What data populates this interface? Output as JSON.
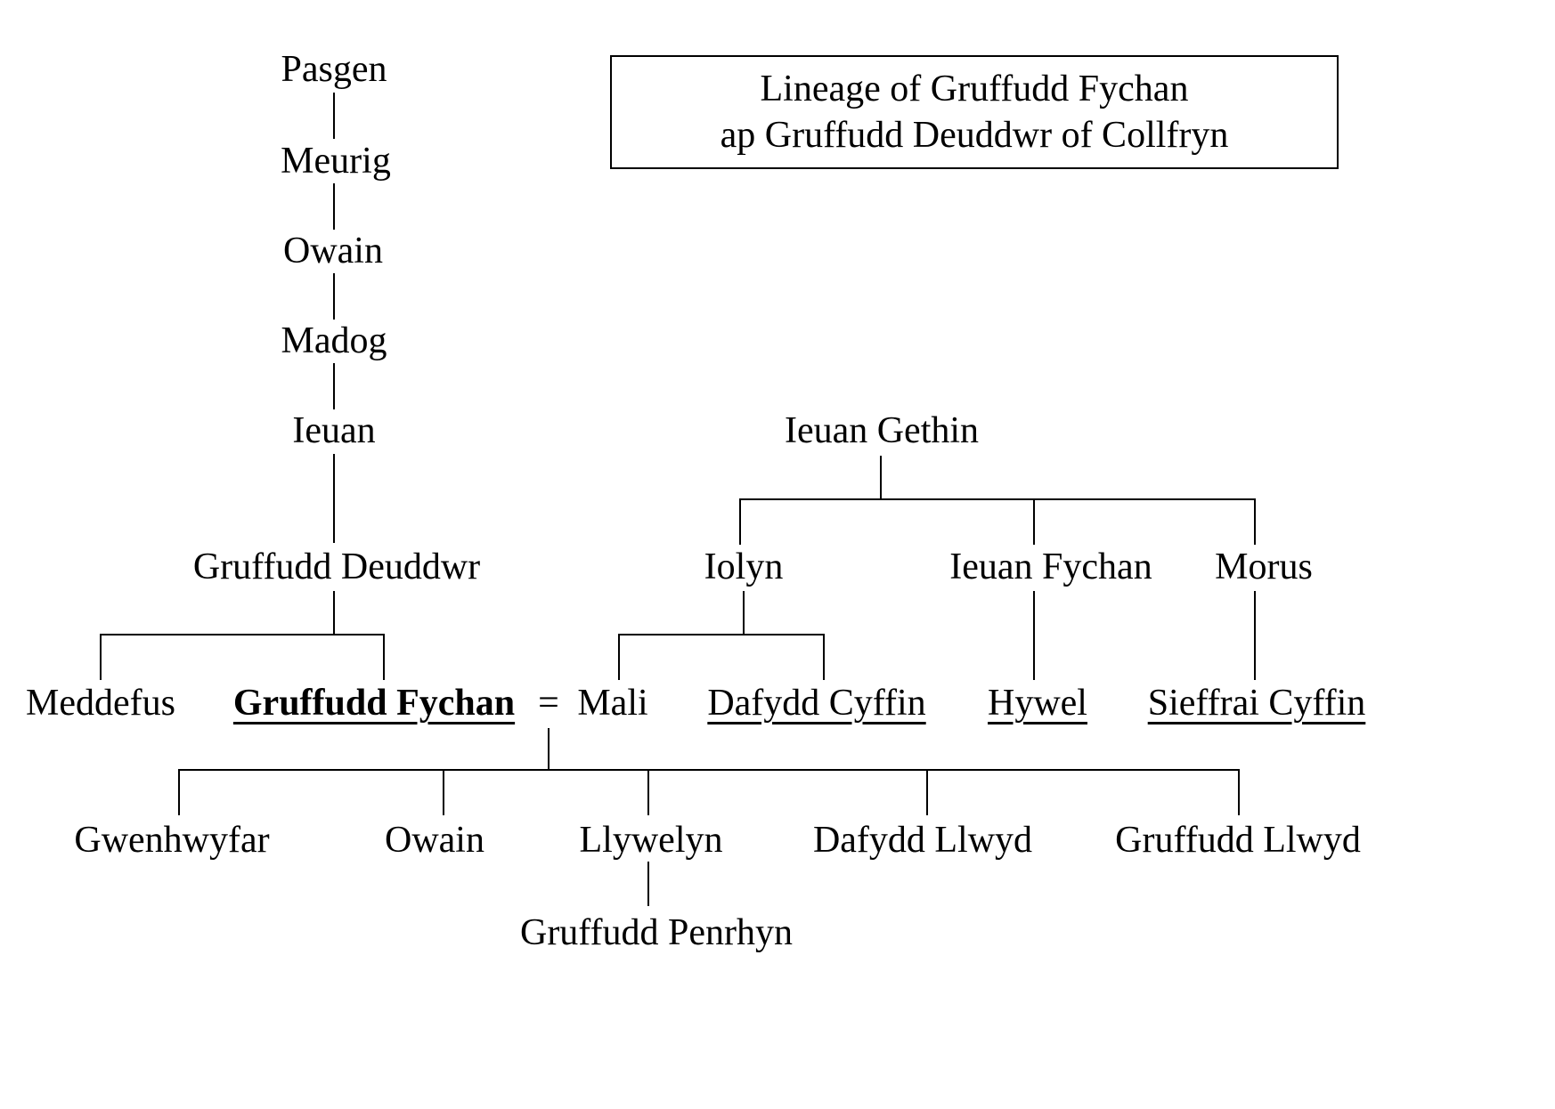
{
  "title": {
    "line1": "Lineage of Gruffudd Fychan",
    "line2": "ap Gruffudd Deuddwr of Collfryn"
  },
  "nodes": {
    "pasgen": "Pasgen",
    "meurig": "Meurig",
    "owain_ancestor": "Owain",
    "madog": "Madog",
    "ieuan": "Ieuan",
    "gruffudd_deuddwr": "Gruffudd Deuddwr",
    "meddefus": "Meddefus",
    "gruffudd_fychan": "Gruffudd Fychan",
    "marriage_symbol": "=",
    "mali": "Mali",
    "ieuan_gethin": "Ieuan Gethin",
    "iolyn": "Iolyn",
    "ieuan_fychan": "Ieuan Fychan",
    "morus": "Morus",
    "dafydd_cyffin": "Dafydd Cyffin",
    "hywel": "Hywel",
    "sieffrai_cyffin": "Sieffrai Cyffin",
    "gwenhwyfar": "Gwenhwyfar",
    "owain_son": "Owain",
    "llywelyn": "Llywelyn",
    "dafydd_llwyd": "Dafydd Llwyd",
    "gruffudd_llwyd": "Gruffudd Llwyd",
    "gruffudd_penrhyn": "Gruffudd Penrhyn"
  },
  "relationships": {
    "ancestor_line": [
      "Pasgen",
      "Meurig",
      "Owain",
      "Madog",
      "Ieuan",
      "Gruffudd Deuddwr"
    ],
    "children_of_gruffudd_deuddwr": [
      "Meddefus",
      "Gruffudd Fychan"
    ],
    "marriage": "Gruffudd Fychan = Mali",
    "children_of_ieuan_gethin": [
      "Iolyn",
      "Ieuan Fychan",
      "Morus"
    ],
    "children_of_iolyn": [
      "Mali",
      "Dafydd Cyffin"
    ],
    "child_of_ieuan_fychan": "Hywel",
    "child_of_morus": "Sieffrai Cyffin",
    "children_of_gruffudd_fychan_and_mali": [
      "Gwenhwyfar",
      "Owain",
      "Llywelyn",
      "Dafydd Llwyd",
      "Gruffudd Llwyd"
    ],
    "child_of_llywelyn": "Gruffudd Penrhyn"
  },
  "colors": {
    "text": "#000000",
    "line": "#000000",
    "background": "#ffffff"
  }
}
